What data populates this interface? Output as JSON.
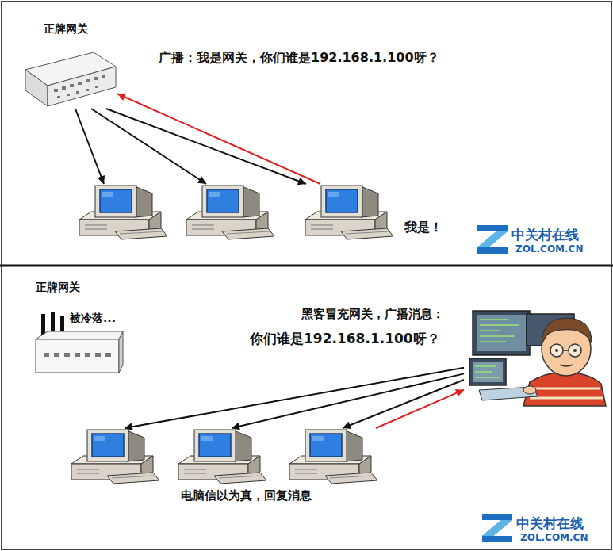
{
  "diagram": {
    "nodes": [
      {
        "text": [
          "正牌网关"
        ]
      },
      {
        "text": []
      },
      {
        "text": []
      },
      {
        "text": [
          "我是！"
        ]
      },
      {
        "text": [
          "正牌网关",
          "被冷落..."
        ]
      },
      {
        "text": [
          "黑客冒充网关，广播消息："
        ]
      },
      {
        "text": []
      },
      {
        "text": []
      },
      {
        "text": []
      }
    ],
    "edges": [
      {
        "from": 0,
        "to": 1,
        "arrow": "to"
      },
      {
        "from": 0,
        "to": 2,
        "arrow": "to"
      },
      {
        "from": 0,
        "to": 3,
        "arrow": "to"
      },
      {
        "from": 3,
        "to": 0,
        "arrow": "to"
      },
      {
        "from": 5,
        "to": 6,
        "arrow": "to"
      },
      {
        "from": 5,
        "to": 7,
        "arrow": "to"
      },
      {
        "from": 5,
        "to": 8,
        "arrow": "to"
      },
      {
        "from": 8,
        "to": 5,
        "arrow": "to"
      }
    ],
    "labels": [
      "广播：我是网关，你们谁是192.168.1.100呀？",
      "你们谁是192.168.1.100呀？",
      "电脑信以为真，回复消息",
      "中关村在线",
      "ZOL.COM.CN",
      "中关村在线",
      "ZOL.COM.CN"
    ]
  }
}
